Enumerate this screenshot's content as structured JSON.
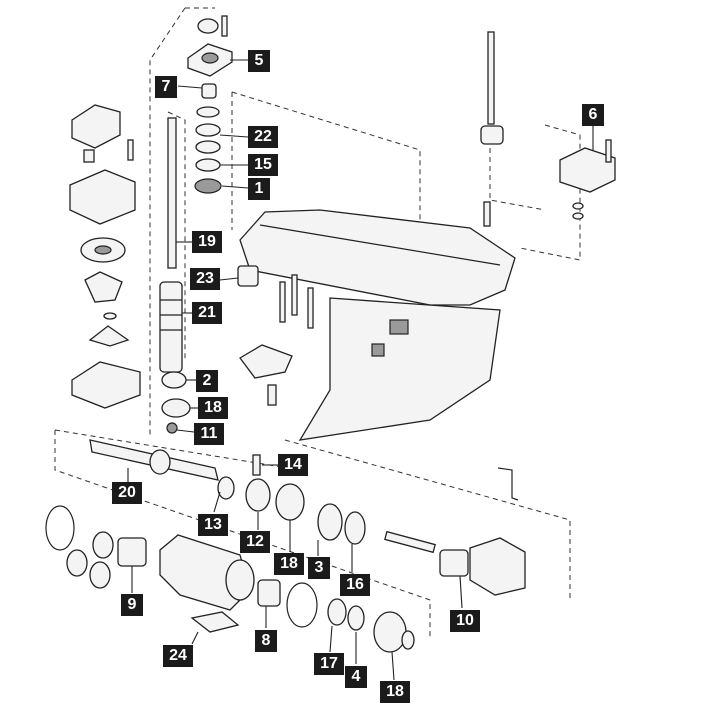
{
  "callouts": [
    {
      "id": "c5",
      "label": "5"
    },
    {
      "id": "c7",
      "label": "7"
    },
    {
      "id": "c6",
      "label": "6"
    },
    {
      "id": "c22",
      "label": "22"
    },
    {
      "id": "c15",
      "label": "15"
    },
    {
      "id": "c1",
      "label": "1"
    },
    {
      "id": "c19",
      "label": "19"
    },
    {
      "id": "c23",
      "label": "23"
    },
    {
      "id": "c21",
      "label": "21"
    },
    {
      "id": "c2",
      "label": "2"
    },
    {
      "id": "c18a",
      "label": "18"
    },
    {
      "id": "c11",
      "label": "11"
    },
    {
      "id": "c14",
      "label": "14"
    },
    {
      "id": "c20",
      "label": "20"
    },
    {
      "id": "c13",
      "label": "13"
    },
    {
      "id": "c12",
      "label": "12"
    },
    {
      "id": "c18b",
      "label": "18"
    },
    {
      "id": "c3",
      "label": "3"
    },
    {
      "id": "c16",
      "label": "16"
    },
    {
      "id": "c9",
      "label": "9"
    },
    {
      "id": "c10",
      "label": "10"
    },
    {
      "id": "c8",
      "label": "8"
    },
    {
      "id": "c24",
      "label": "24"
    },
    {
      "id": "c17",
      "label": "17"
    },
    {
      "id": "c4",
      "label": "4"
    },
    {
      "id": "c18c",
      "label": "18"
    }
  ]
}
